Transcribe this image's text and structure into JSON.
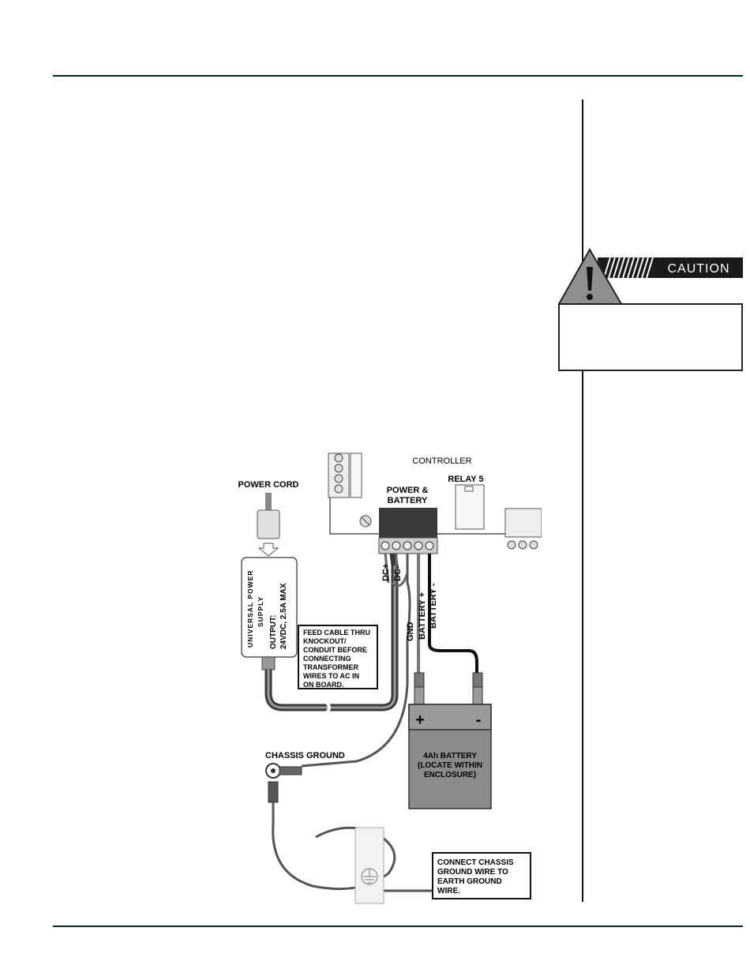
{
  "caution": {
    "label": "CAUTION"
  },
  "diagram": {
    "controller": "CONTROLLER",
    "relay": "RELAY 5",
    "power_battery": [
      "POWER &",
      "BATTERY"
    ],
    "power_cord": "POWER CORD",
    "psu_lines": [
      "UNIVERSAL POWER",
      "SUPPLY",
      "OUTPUT:",
      "24VDC, 2.5A MAX"
    ],
    "dc_plus": "DC+",
    "dc_minus": "DC-",
    "gnd": "GND",
    "battery_plus": "BATTERY +",
    "battery_minus": "BATTERY -",
    "feed_note": [
      "FEED CABLE THRU",
      "KNOCKOUT/",
      "CONDUIT BEFORE",
      "CONNECTING",
      "TRANSFORMER",
      "WIRES TO AC IN",
      "ON BOARD."
    ],
    "plus_sign": "+",
    "minus_sign": "-",
    "battery_lines": [
      "4Ah BATTERY",
      "(LOCATE WITHIN",
      "ENCLOSURE)"
    ],
    "chassis_ground": "CHASSIS GROUND",
    "connect_note": [
      "CONNECT CHASSIS",
      "GROUND WIRE TO",
      "EARTH GROUND",
      "WIRE."
    ]
  }
}
